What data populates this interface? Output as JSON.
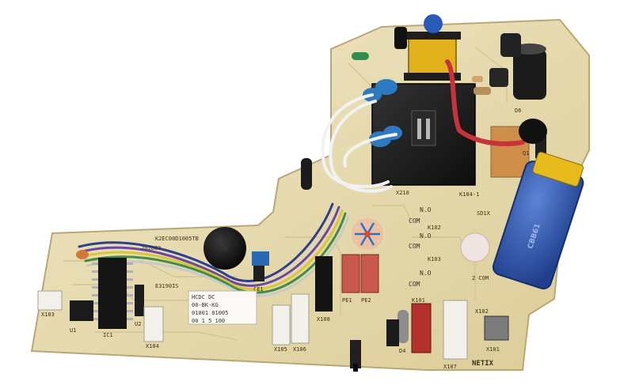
{
  "board": {
    "brand": "NETIX"
  },
  "colors": {
    "pcb": "#e8dcb0",
    "pcb_edge": "#cbbd8c",
    "relay": "#1d1d1d",
    "capacitor_blue": "#2f5fbf",
    "capacitor_yellow": "#e6b619",
    "wire_red": "#c8323c",
    "background": "#ffffff"
  },
  "labels": {
    "relay_nets": [
      "N.O",
      "COM",
      "N.O",
      "COM",
      "N.O",
      "COM"
    ],
    "relay_refs": [
      "K104-1",
      "K102",
      "K103",
      "K101"
    ],
    "connector_refs": [
      "X210",
      "X103",
      "X104",
      "X105",
      "X106",
      "X107",
      "X108",
      "X102",
      "X101"
    ],
    "chip_refs": [
      "IC1",
      "U1",
      "U2",
      "CE1",
      "PE1",
      "PE2",
      "D4",
      "D6",
      "Q1"
    ],
    "sticker_lines": [
      "HCDC DC",
      "00-BK-KG",
      "01001 01005",
      "00 1 5 100"
    ],
    "part_codes": [
      "E3190IS",
      "202883",
      "K2EC00D1005TB",
      "SD1X",
      "2 COM"
    ]
  }
}
